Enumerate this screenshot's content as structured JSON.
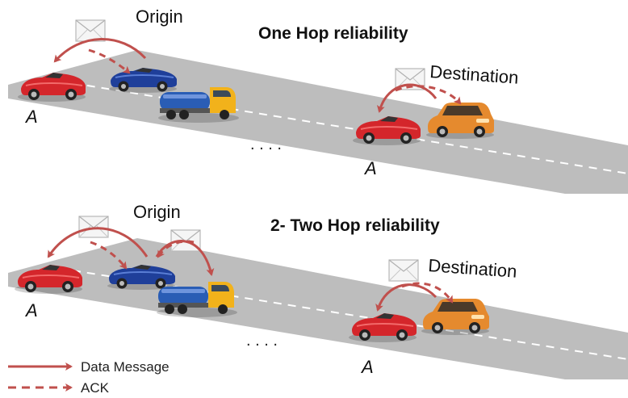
{
  "panels": [
    {
      "title": "One Hop reliability",
      "origin_label": "Origin",
      "destination_label": "Destination",
      "node_a_left": "A",
      "node_a_right": "A",
      "gap_dots": ". . . ."
    },
    {
      "title": "2- Two Hop reliability",
      "origin_label": "Origin",
      "destination_label": "Destination",
      "node_a_left": "A",
      "node_a_right": "A",
      "gap_dots": ". . . ."
    }
  ],
  "legend": {
    "data_message": "Data Message",
    "ack": "ACK"
  },
  "colors": {
    "arrow": "#c0504d",
    "road": "#bdbdbd",
    "lane": "#ffffff",
    "red_car": "#d4262b",
    "blue_car": "#1f3f9a",
    "orange_car": "#e58a2e",
    "truck_tank": "#2a5db5",
    "truck_cab": "#f2b21b",
    "envelope": "#f3f3f3"
  }
}
